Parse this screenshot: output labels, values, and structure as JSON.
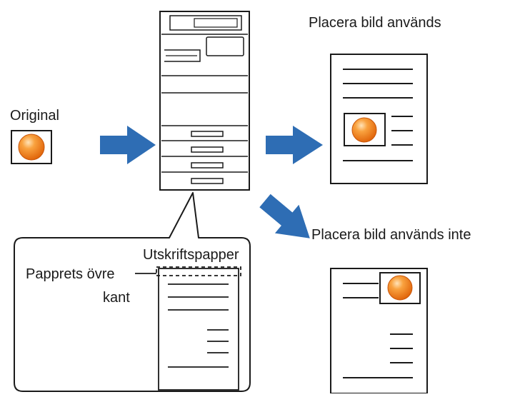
{
  "labels": {
    "original": "Original",
    "placera_used": "Placera bild används",
    "placera_not_used": "Placera bild används inte",
    "print_paper": "Utskriftspapper",
    "paper_top_edge_line1": "Papprets övre",
    "paper_top_edge_line2": "kant"
  },
  "icons": {
    "printer": "multifunction-printer",
    "arrow": "blue-arrow",
    "image": "orange-circle-image"
  },
  "colors": {
    "arrow_blue": "#2e6db4",
    "orange": "#f08a1c",
    "line": "#1a1a1a"
  }
}
